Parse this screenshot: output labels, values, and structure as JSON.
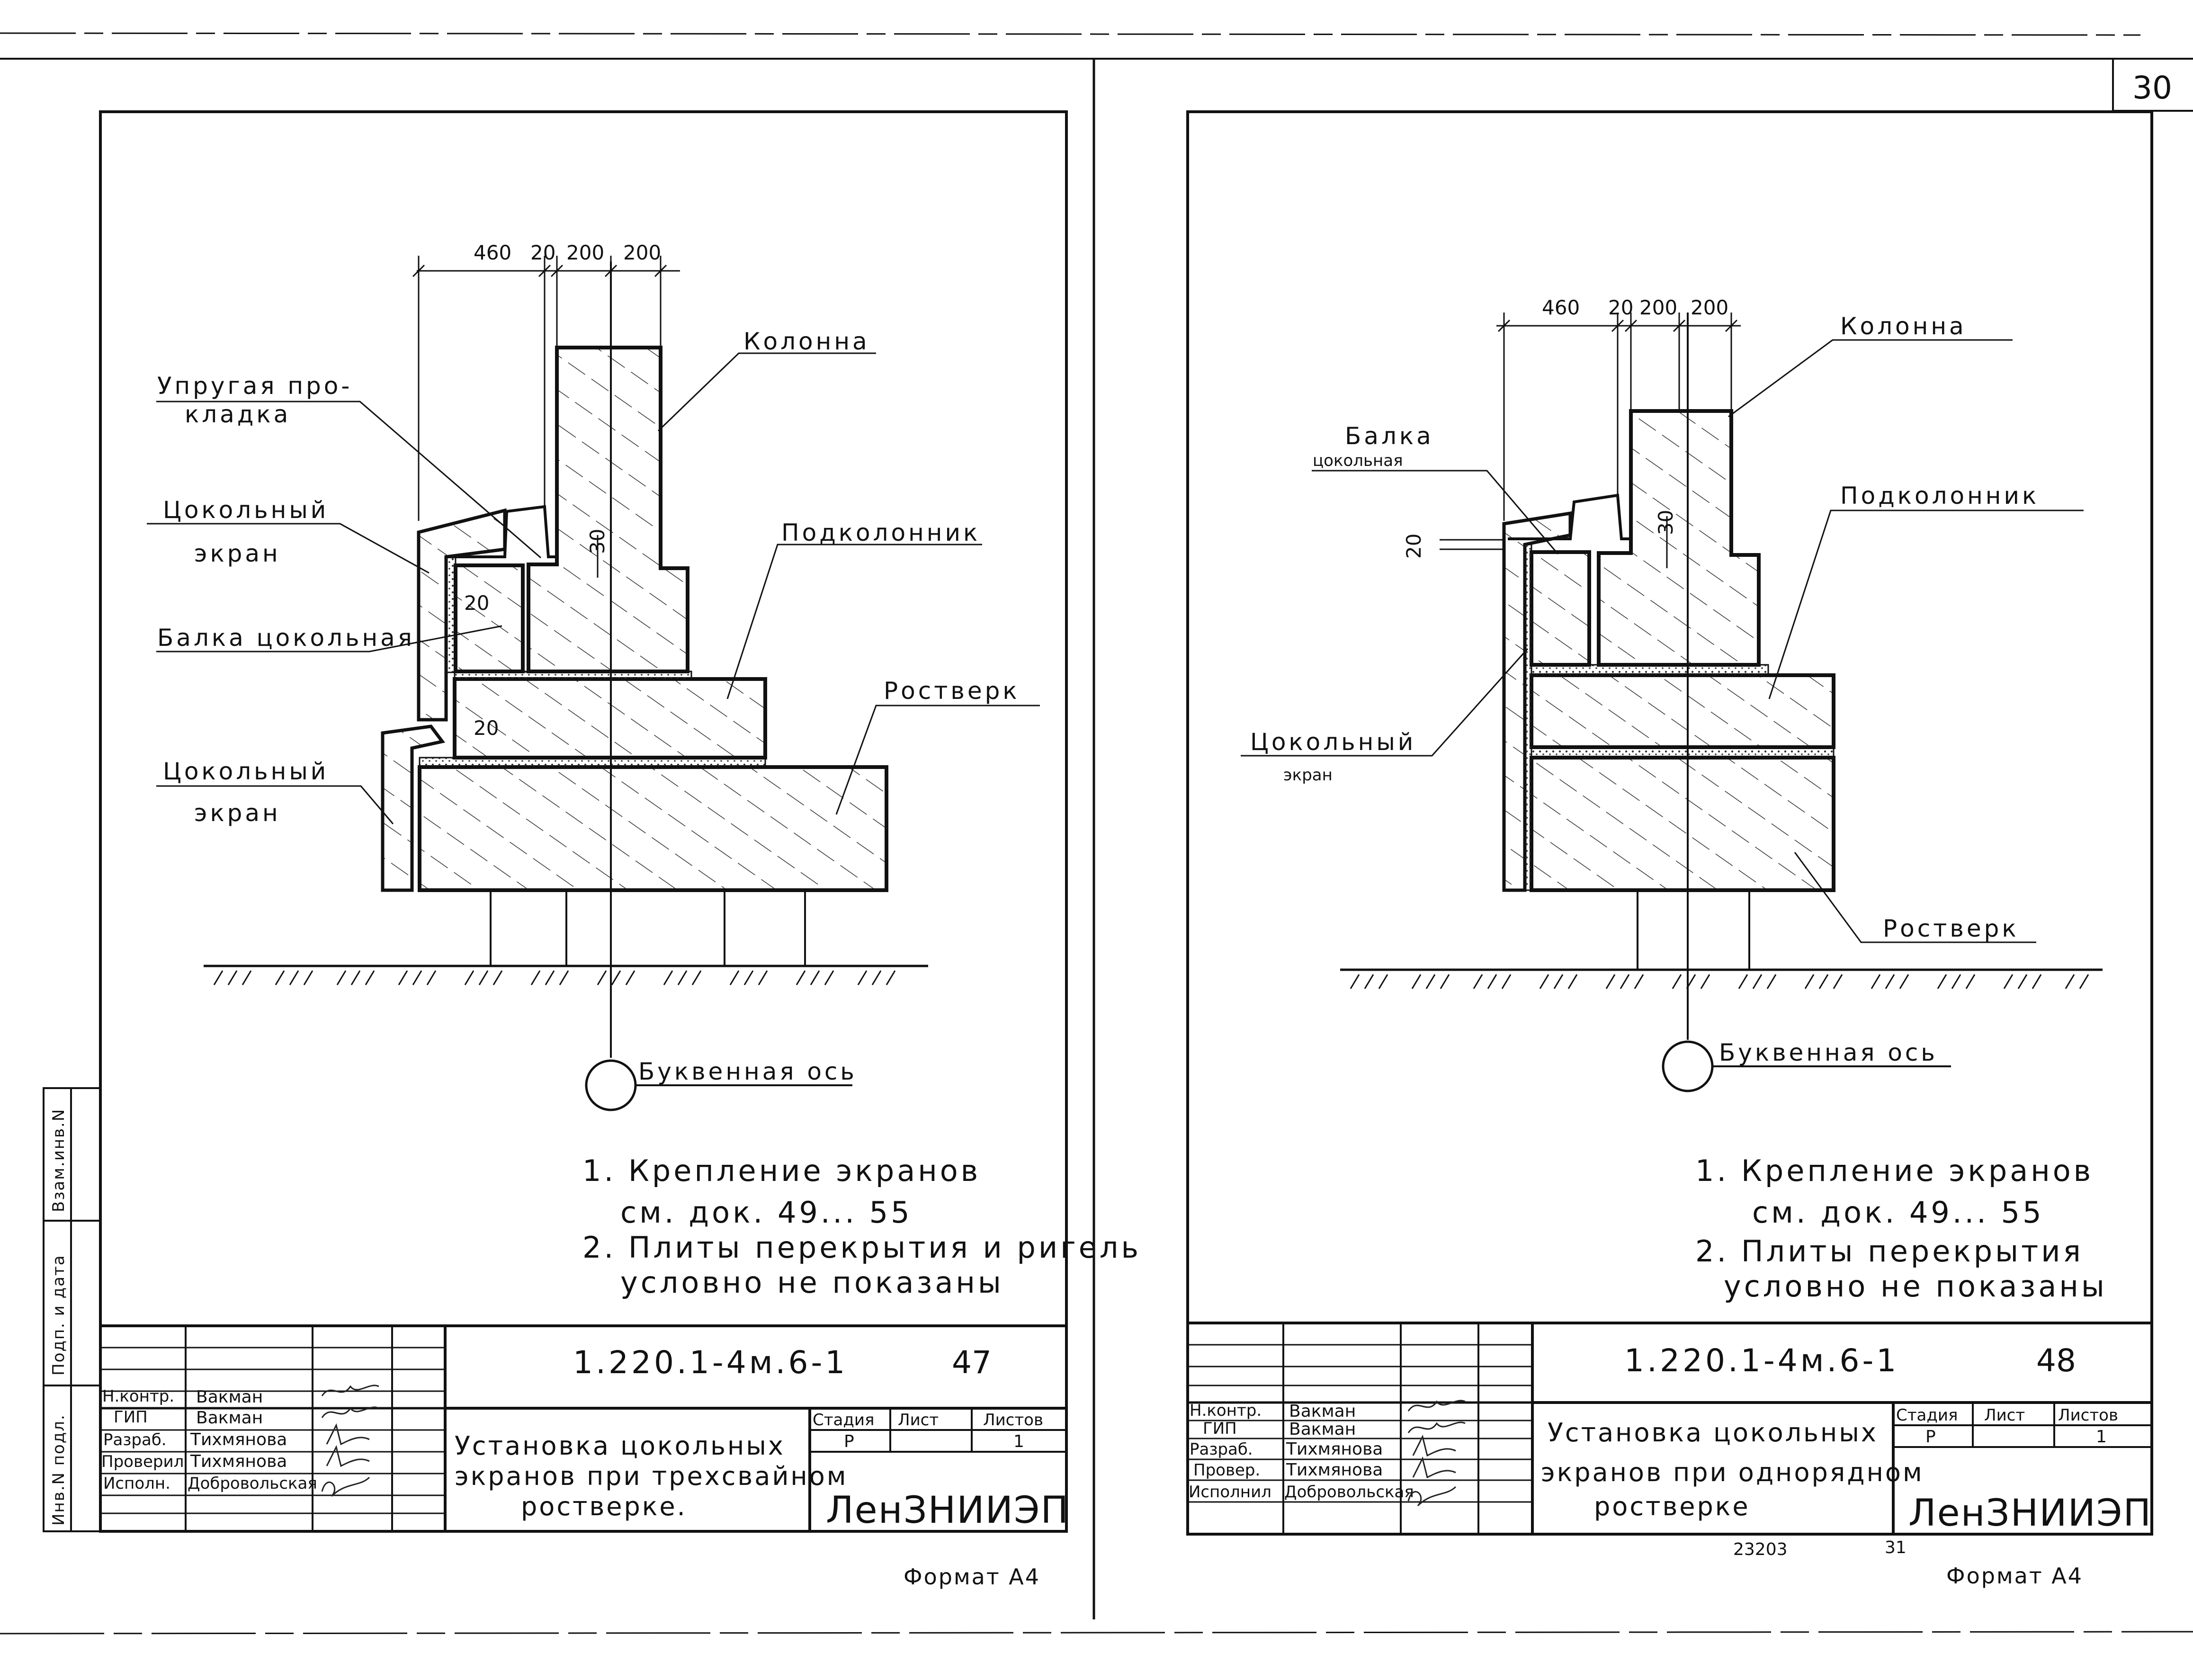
{
  "page_number": "30",
  "stamp": {
    "number": "23203",
    "sheet": "31"
  },
  "side_stamp": [
    "Инв.N подл.",
    "Подп. и дата",
    "Взам.инв.N"
  ],
  "left_sheet": {
    "dims": [
      "460",
      "20",
      "200",
      "200"
    ],
    "dim_30": "30",
    "dim_20a": "20",
    "dim_20b": "20",
    "labels": {
      "kolonna": "Колонна",
      "uprugaya_1": "Упругая про-",
      "uprugaya_2": "кладка",
      "ekran1_1": "Цокольный",
      "ekran1_2": "экран",
      "podkolonnik": "Подколонник",
      "balka": "Балка цокольная",
      "rostverk": "Ростверк",
      "ekran2_1": "Цокольный",
      "ekran2_2": "экран",
      "axis": "Буквенная ось"
    },
    "notes": [
      "1. Крепление  экранов",
      "см. док.  49... 55",
      "2. Плиты перекрытия и ригель",
      "условно  не показаны"
    ],
    "title_block": {
      "code": "1.220.1-4м.6-1",
      "sheet_no": "47",
      "rows": [
        {
          "role": "Н.контр.",
          "name": "Вакман"
        },
        {
          "role": "ГИП",
          "name": "Вакман"
        },
        {
          "role": "Разраб.",
          "name": "Тихмянова"
        },
        {
          "role": "Проверил",
          "name": "Тихмянова"
        },
        {
          "role": "Исполн.",
          "name": "Добровольская"
        }
      ],
      "title_lines": [
        "Установка цокольных",
        "экранов при трехсвайном",
        "ростверке."
      ],
      "stage_header": "Стадия",
      "sheet_header": "Лист",
      "sheets_header": "Листов",
      "stage": "Р",
      "sheets": "1",
      "org": "ЛенЗНИИЭП"
    },
    "format": "Формат А4"
  },
  "right_sheet": {
    "dims": [
      "460",
      "20",
      "200",
      "200"
    ],
    "dim_30": "30",
    "dim_20": "20",
    "labels": {
      "kolonna": "Колонна",
      "balka_1": "Балка",
      "balka_2": "цокольная",
      "podkolonnik": "Подколонник",
      "ekran_1": "Цокольный",
      "ekran_2": "экран",
      "rostverk": "Ростверк",
      "axis": "Буквенная ось"
    },
    "notes": [
      "1. Крепление  экранов",
      "см. док.  49... 55",
      "2. Плиты  перекрытия",
      "условно  не показаны"
    ],
    "title_block": {
      "code": "1.220.1-4м.6-1",
      "sheet_no": "48",
      "rows": [
        {
          "role": "Н.контр.",
          "name": "Вакман"
        },
        {
          "role": "ГИП",
          "name": "Вакман"
        },
        {
          "role": "Разраб.",
          "name": "Тихмянова"
        },
        {
          "role": "Провер.",
          "name": "Тихмянова"
        },
        {
          "role": "Исполнил",
          "name": "Добровольская"
        }
      ],
      "title_lines": [
        "Установка цокольных",
        "экранов при однорядном",
        "ростверке"
      ],
      "stage_header": "Стадия",
      "sheet_header": "Лист",
      "sheets_header": "Листов",
      "stage": "Р",
      "sheets": "1",
      "org": "ЛенЗНИИЭП"
    },
    "format": "Формат А4"
  }
}
